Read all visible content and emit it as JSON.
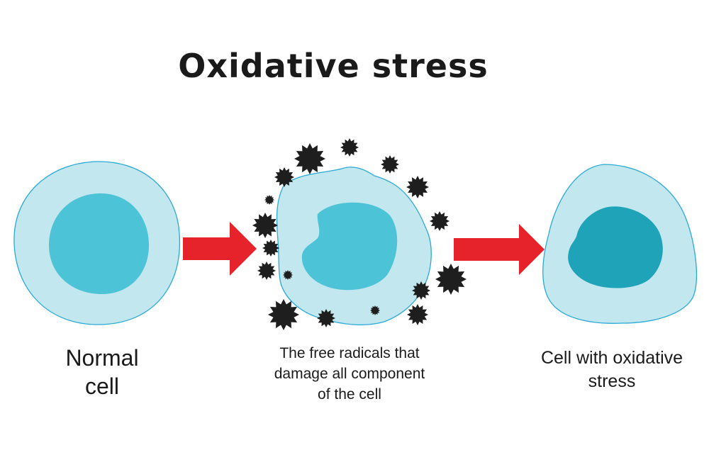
{
  "title": "Oxidative stress",
  "captions": {
    "normal": [
      "Normal",
      "cell"
    ],
    "radicals": [
      "The free radicals that",
      "damage all component",
      "of the cell"
    ],
    "stressed": [
      "Cell with oxidative",
      "stress"
    ]
  },
  "colors": {
    "membrane": "#c3e7ef",
    "outline": "#29a9d6",
    "nucleus": "#4cc3d6",
    "nucleus_stressed": "#1ea3b8",
    "arrow": "#e6222a",
    "radical": "#1e1e1e",
    "text": "#1a1a1a"
  }
}
